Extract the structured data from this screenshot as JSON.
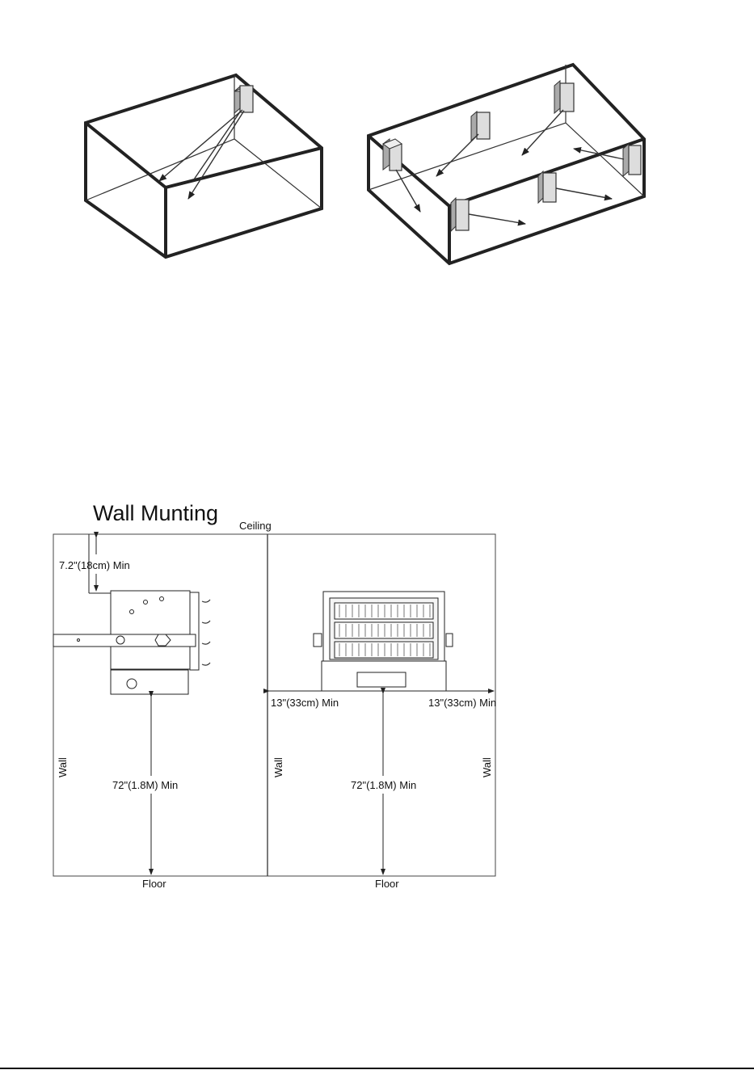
{
  "wall_mounting": {
    "title": "Wall Munting",
    "ceiling_label": "Ceiling",
    "floor_label_left": "Floor",
    "floor_label_right": "Floor",
    "wall_label_left": "Wall",
    "wall_label_middle": "Wall",
    "wall_label_right": "Wall",
    "ceiling_clearance": "7.2\"(18cm) Min",
    "floor_clearance_left": "72\"(1.8M) Min",
    "floor_clearance_right": "72\"(1.8M) Min",
    "side_clearance_left": "13\"(33cm) Min",
    "side_clearance_right": "13\"(33cm) Min"
  }
}
